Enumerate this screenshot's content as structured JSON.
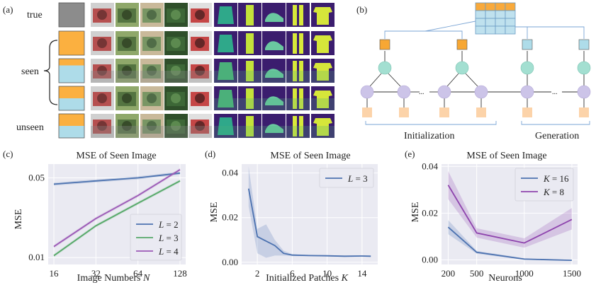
{
  "panel_a": {
    "label": "(a)",
    "row_labels": [
      "true",
      "seen",
      "unseen"
    ],
    "colors": {
      "orange": "#fbb040",
      "blue": "#aedce9",
      "gray": "#8c8c8c"
    }
  },
  "panel_b": {
    "label": "(b)",
    "phase_labels": [
      "Initialization",
      "Generation"
    ],
    "ellipsis": "...",
    "colors": {
      "teal": "#a3dfd1",
      "lavender": "#ccc4e8",
      "peach": "#fcd3a9",
      "orange": "#f7a733",
      "lightblue": "#aedce9",
      "grid_blue": "#bfe1ee",
      "grid_orange": "#f9a93a",
      "arrow": "#7aa4d4"
    }
  },
  "chart_data": [
    {
      "panel": "(c)",
      "type": "line",
      "title": "MSE of Seen Image",
      "xlabel": "Image Numbers N",
      "ylabel": "MSE",
      "x": [
        16,
        32,
        64,
        128
      ],
      "xscale": "log2",
      "yscale": "log",
      "xticks": [
        "16",
        "32",
        "64",
        "128"
      ],
      "yticks": [
        "0.01",
        "0.05"
      ],
      "ylim": [
        0.0087,
        0.066
      ],
      "legend": "lower-right",
      "series": [
        {
          "name": "L = 2",
          "color": "#4c72b0",
          "values": [
            0.044,
            0.047,
            0.05,
            0.055
          ]
        },
        {
          "name": "L = 3",
          "color": "#55a868",
          "values": [
            0.0104,
            0.019,
            0.03,
            0.047
          ]
        },
        {
          "name": "L = 4",
          "color": "#9b59b6",
          "values": [
            0.0125,
            0.022,
            0.035,
            0.059
          ]
        }
      ]
    },
    {
      "panel": "(d)",
      "type": "line",
      "title": "MSE of Seen Image",
      "xlabel": "Initialized Patches K",
      "ylabel": "MSE",
      "x": [
        1,
        2,
        3,
        4,
        5,
        6,
        8,
        10,
        12,
        14,
        15
      ],
      "xticks": [
        "2",
        "6",
        "10",
        "14"
      ],
      "yticks": [
        "0.00",
        "0.02",
        "0.04"
      ],
      "ylim": [
        -0.001,
        0.044
      ],
      "xlim": [
        0.2,
        15.8
      ],
      "legend": "top-right",
      "series": [
        {
          "name": "L = 3",
          "color": "#4c72b0",
          "values": [
            0.033,
            0.0115,
            0.0095,
            0.0075,
            0.004,
            0.0032,
            0.003,
            0.0029,
            0.0027,
            0.0028,
            0.0027
          ],
          "band_low": [
            0.025,
            0.004,
            0.002,
            0.003,
            0.003,
            0.0028,
            0.0027,
            0.0026,
            0.0024,
            0.0025,
            0.0024
          ],
          "band_high": [
            0.043,
            0.015,
            0.017,
            0.01,
            0.0052,
            0.0036,
            0.0033,
            0.0032,
            0.003,
            0.0031,
            0.003
          ]
        }
      ]
    },
    {
      "panel": "(e)",
      "type": "line",
      "title": "MSE of Seen Image",
      "xlabel": "Neurons",
      "ylabel": "MSE",
      "x": [
        200,
        500,
        1000,
        1500
      ],
      "xticks": [
        "200",
        "500",
        "1000",
        "1500"
      ],
      "yticks": [
        "0.00",
        "0.02",
        "0.04"
      ],
      "ylim": [
        -0.002,
        0.041
      ],
      "xlim": [
        130,
        1560
      ],
      "legend": "top-right",
      "series": [
        {
          "name": "K = 16",
          "color": "#4c72b0",
          "values": [
            0.014,
            0.0032,
            0.0003,
            -0.0002
          ],
          "band_low": [
            0.011,
            0.0026,
            0.0,
            -0.0004
          ],
          "band_high": [
            0.017,
            0.0038,
            0.0007,
            0.0
          ]
        },
        {
          "name": "K = 8",
          "color": "#8e44ad",
          "values": [
            0.032,
            0.0115,
            0.0072,
            0.0173
          ],
          "band_low": [
            0.026,
            0.0095,
            0.0052,
            0.013
          ],
          "band_high": [
            0.038,
            0.0135,
            0.0092,
            0.0222
          ]
        }
      ]
    }
  ]
}
